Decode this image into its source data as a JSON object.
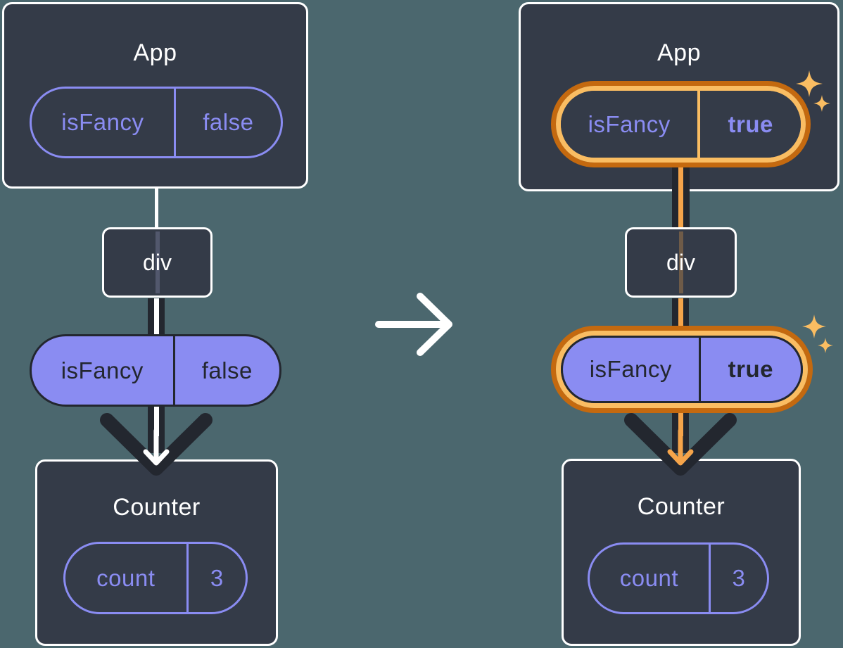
{
  "diagram_title": "state-lifted-up-prop-flow",
  "colors": {
    "background": "#4b676e",
    "box_fill": "#343b48",
    "box_border": "#ffffff",
    "dark_stroke": "#23272f",
    "purple": "#8a8cf2",
    "white": "#ffffff",
    "highlight_outline_orange": "#c4690f",
    "highlight_light_orange": "#fabd62",
    "highlight_arrow_orange": "#f5a44a"
  },
  "icons": {
    "sparkle": "four-point-star",
    "transition_arrow": "right-arrow",
    "prop_arrowhead": "down-chevron"
  },
  "panels": [
    {
      "id": "before",
      "app": {
        "title": "App",
        "state_name": "isFancy",
        "state_value": "false"
      },
      "div_label": "div",
      "prop_name": "isFancy",
      "prop_value": "false",
      "counter": {
        "title": "Counter",
        "state_name": "count",
        "state_value": "3"
      }
    },
    {
      "id": "after",
      "app": {
        "title": "App",
        "state_name": "isFancy",
        "state_value": "true"
      },
      "div_label": "div",
      "prop_name": "isFancy",
      "prop_value": "true",
      "counter": {
        "title": "Counter",
        "state_name": "count",
        "state_value": "3"
      }
    }
  ]
}
